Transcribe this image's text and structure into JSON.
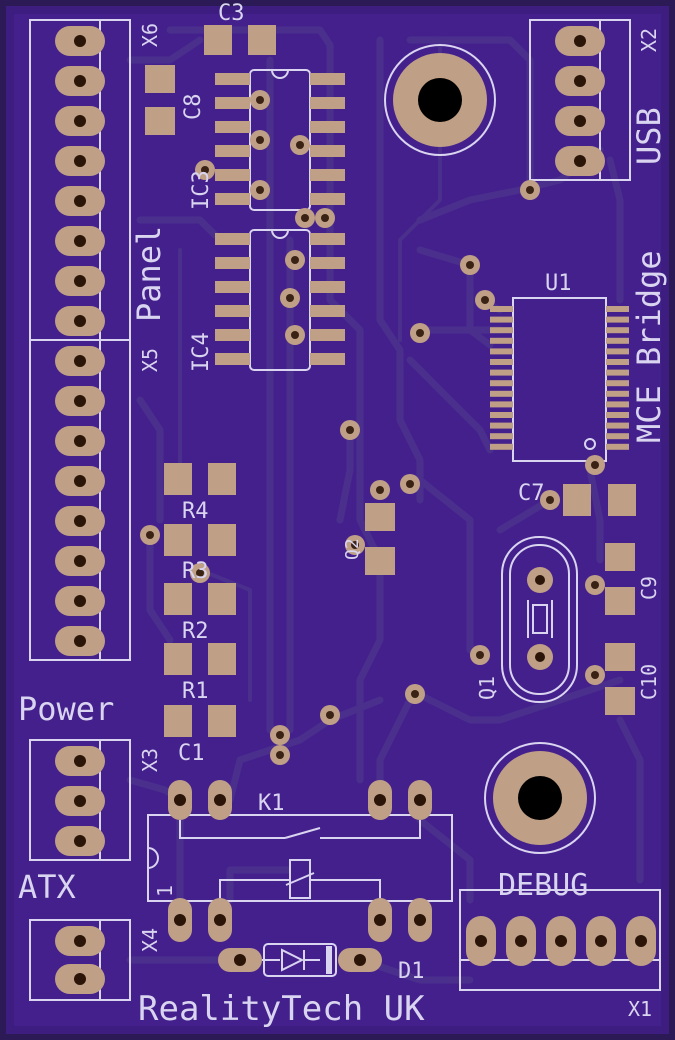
{
  "board": {
    "brand": "RealityTech UK",
    "title": "MCE Bridge",
    "colors": {
      "substrate": "#3d1d80",
      "copper_pad": "#bf9f86",
      "silkscreen": "#d9d4ef"
    }
  },
  "labels": {
    "x6": "X6",
    "x5": "X5",
    "x2": "X2",
    "x3": "X3",
    "x4": "X4",
    "x1": "X1",
    "usb": "USB",
    "panel": "Panel",
    "power": "Power",
    "atx": "ATX",
    "debug": "DEBUG",
    "c1": "C1",
    "c3": "C3",
    "c7": "C7",
    "c8": "C8",
    "c9": "C9",
    "c10": "C10",
    "r1": "R1",
    "r2": "R2",
    "r3": "R3",
    "r4": "R4",
    "ic3": "IC3",
    "ic4": "IC4",
    "u1": "U1",
    "k1": "K1",
    "d1": "D1",
    "q1": "Q1",
    "q2": "Q2",
    "k1_pin": "1"
  }
}
